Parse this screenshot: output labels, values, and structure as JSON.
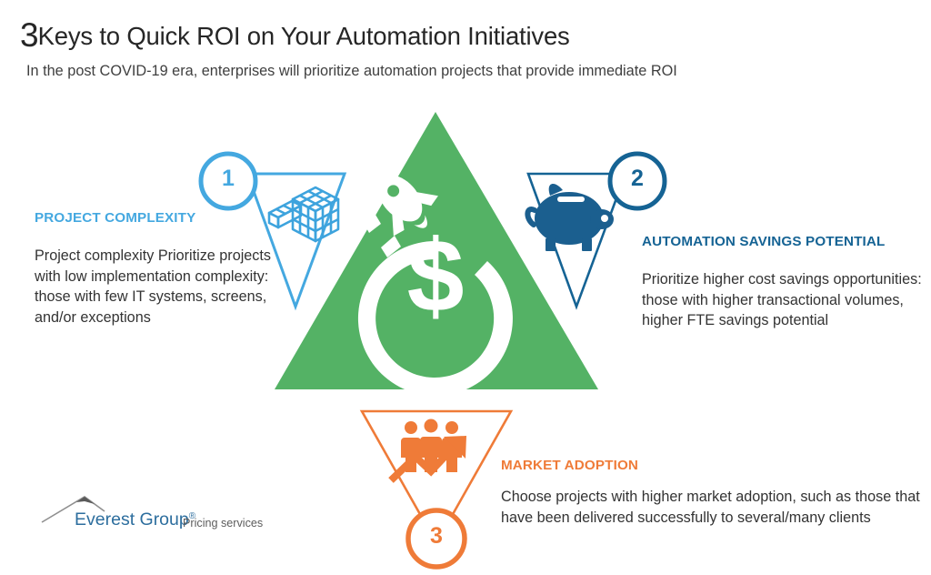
{
  "header": {
    "title_number": "3",
    "title_text": "Keys to Quick ROI on Your Automation Initiatives",
    "subtitle": "In the post COVID-19 era, enterprises will prioritize automation projects that provide immediate ROI"
  },
  "colors": {
    "light_blue": "#44a8e0",
    "dark_blue": "#156394",
    "orange": "#ef7b38",
    "green": "#54b265",
    "text": "#333333",
    "logo_blue": "#2d6e9e"
  },
  "center": {
    "icon": "rocket-dollar-icon",
    "shape": "green-triangle"
  },
  "keys": [
    {
      "number": "1",
      "heading": "PROJECT COMPLEXITY",
      "body": "Project complexity Prioritize projects with low implementation complexity: those with few IT systems, screens, and/or exceptions",
      "icon": "rubiks-cube-icon",
      "accent": "#44a8e0"
    },
    {
      "number": "2",
      "heading": "AUTOMATION SAVINGS POTENTIAL",
      "body": "Prioritize higher cost savings opportunities: those with higher transactional volumes, higher FTE savings potential",
      "icon": "piggy-bank-icon",
      "accent": "#156394"
    },
    {
      "number": "3",
      "heading": "MARKET ADOPTION",
      "body": "Choose projects with higher market adoption, such as those that have been delivered successfully to several/many clients",
      "icon": "people-growth-arrow-icon",
      "accent": "#ef7b38"
    }
  ],
  "logo": {
    "wordmark": "Everest Group",
    "registered": "®",
    "tagline": "Pricing services"
  }
}
